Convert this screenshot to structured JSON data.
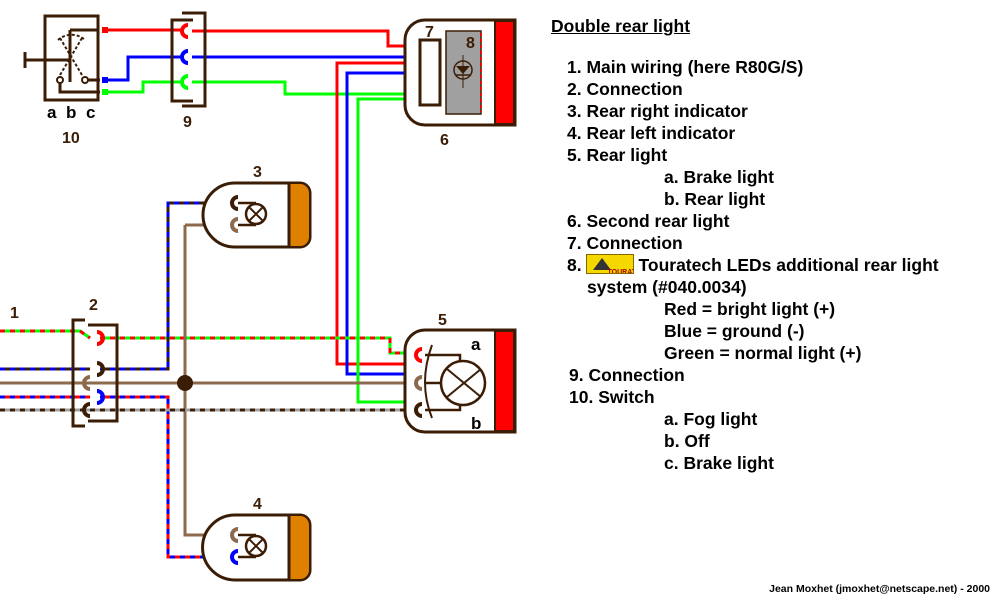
{
  "title": "Double rear light",
  "legend": [
    {
      "text": "1. Main wiring (here R80G/S)",
      "indent": 0
    },
    {
      "text": "2. Connection",
      "indent": 0
    },
    {
      "text": "3. Rear right indicator",
      "indent": 0
    },
    {
      "text": "4. Rear left indicator",
      "indent": 0
    },
    {
      "text": "5. Rear light",
      "indent": 0
    },
    {
      "text": "a. Brake light",
      "indent": 2
    },
    {
      "text": "b. Rear light",
      "indent": 2
    },
    {
      "text": "6. Second rear light",
      "indent": 0
    },
    {
      "text": "7. Connection",
      "indent": 0
    },
    {
      "text": "Touratech LEDs additional rear light",
      "prefix": "8.",
      "logo": "TOURATECH",
      "indent": 0
    },
    {
      "text": "system (#040.0034)",
      "indent": 1
    },
    {
      "text": "Red = bright light (+)",
      "indent": 2
    },
    {
      "text": "Blue = ground (-)",
      "indent": 2
    },
    {
      "text": "Green = normal light (+)",
      "indent": 2
    },
    {
      "text": "9. Connection",
      "indent": 0
    },
    {
      "text": "10. Switch",
      "indent": 0
    },
    {
      "text": "a. Fog light",
      "indent": 2
    },
    {
      "text": "b. Off",
      "indent": 2
    },
    {
      "text": "c. Brake light",
      "indent": 2
    }
  ],
  "diagram_labels": {
    "n1": "1",
    "n2": "2",
    "n3": "3",
    "n4": "4",
    "n5": "5",
    "n6": "6",
    "n7": "7",
    "n8": "8",
    "n9": "9",
    "n10": "10",
    "sw_a": "a",
    "sw_b": "b",
    "sw_c": "c",
    "l5_a": "a",
    "l5_b": "b"
  },
  "colors": {
    "red": "#ff0000",
    "blue": "#0000ff",
    "green": "#00ff00",
    "brown": "#8b6a4e",
    "dark": "#3b1d06",
    "grey": "#a0a0a0",
    "indicator": "#e08000",
    "led_body": "#a0a0a0"
  },
  "footer": "Jean Moxhet (jmoxhet@netscape.net) - 2000"
}
